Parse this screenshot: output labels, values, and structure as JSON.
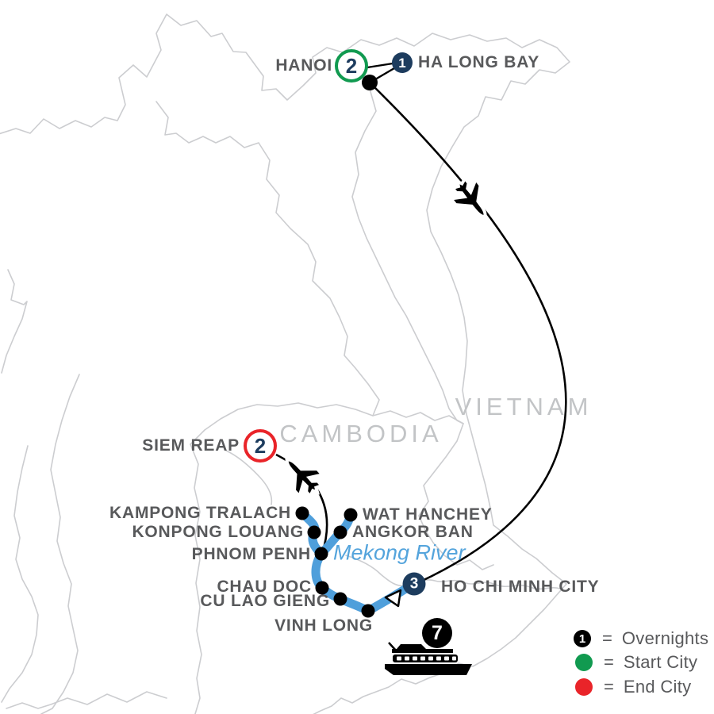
{
  "colors": {
    "navy": "#1d3c5e",
    "green": "#119a50",
    "red": "#e92429",
    "river": "#4f9fdb",
    "riverText": "#54a4dc",
    "city": "#58595b",
    "country": "#c2c4c6",
    "map": "#cccdd0"
  },
  "countries": {
    "vietnam": "VIETNAM",
    "cambodia": "CAMBODIA"
  },
  "river_label": "Mekong River",
  "stops": {
    "hanoi": {
      "label": "HANOI",
      "nights": "2"
    },
    "ha_long_bay": {
      "label": "HA LONG BAY",
      "nights": "1"
    },
    "siem_reap": {
      "label": "SIEM REAP",
      "nights": "2"
    },
    "kampong_tralach": {
      "label": "KAMPONG TRALACH"
    },
    "wat_hanchey": {
      "label": "WAT HANCHEY"
    },
    "konpong_louang": {
      "label": "KONPONG LOUANG"
    },
    "angkor_ban": {
      "label": "ANGKOR BAN"
    },
    "phnom_penh": {
      "label": "PHNOM PENH"
    },
    "chau_doc": {
      "label": "CHAU DOC"
    },
    "cu_lao_gieng": {
      "label": "CU LAO GIENG"
    },
    "vinh_long": {
      "label": "VINH LONG"
    },
    "ho_chi_minh_city": {
      "label": "HO CHI MINH CITY",
      "nights": "3"
    }
  },
  "cruise": {
    "nights": "7"
  },
  "legend": {
    "overnights": {
      "value": "1",
      "eq": "=",
      "label": "Overnights"
    },
    "start": {
      "eq": "=",
      "label": "Start City"
    },
    "end": {
      "eq": "=",
      "label": "End City"
    }
  }
}
